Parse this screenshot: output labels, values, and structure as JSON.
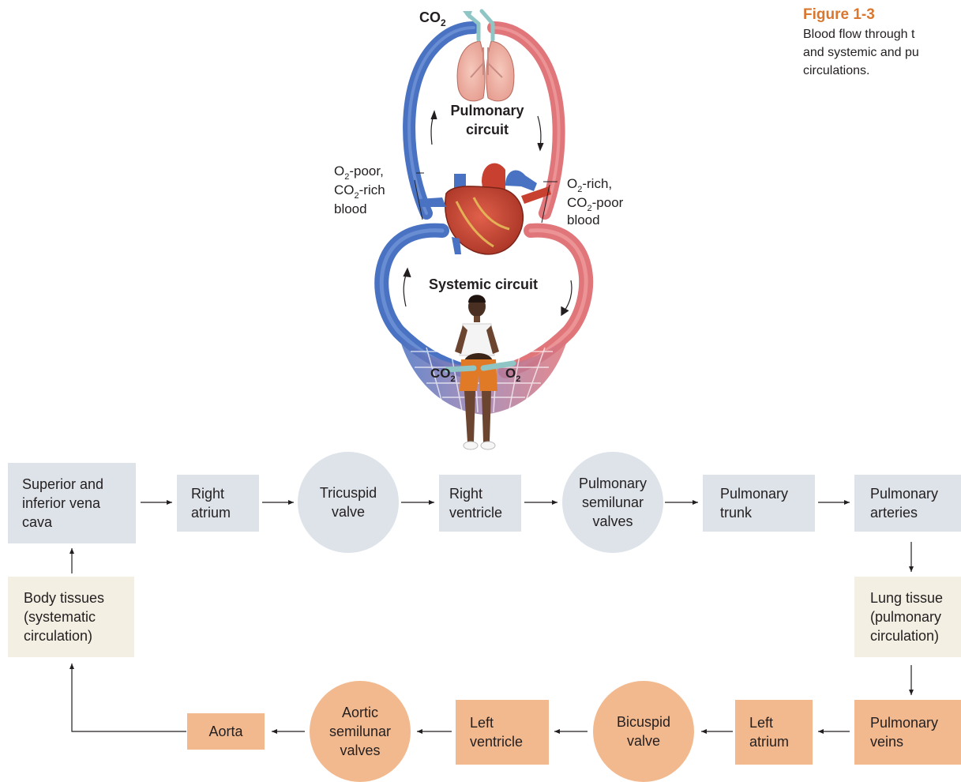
{
  "figure": {
    "label": "Figure 1-3",
    "caption_lines": [
      "Blood flow through t",
      "and systemic and pu",
      "circulations."
    ]
  },
  "illustration": {
    "co2_top": "CO",
    "co2_top_sub": "2",
    "pulmonary_circuit": [
      "Pulmonary",
      "circuit"
    ],
    "systemic_circuit": "Systemic circuit",
    "left_label": {
      "line1_main": "O",
      "line1_sub": "2",
      "line1_rest": "-poor,",
      "line2_main": "CO",
      "line2_sub": "2",
      "line2_rest": "-rich",
      "line3": "blood"
    },
    "right_label": {
      "line1_main": "O",
      "line1_sub": "2",
      "line1_rest": "-rich,",
      "line2_main": "CO",
      "line2_sub": "2",
      "line2_rest": "-poor",
      "line3": "blood"
    },
    "co2_bottom": "CO",
    "co2_bottom_sub": "2",
    "o2_bottom": "O",
    "o2_bottom_sub": "2",
    "colors": {
      "deoxygenated": "#4a72c2",
      "oxygenated": "#e0757a",
      "heart": "#c8402f"
    }
  },
  "flow": {
    "superior_inferior_vena_cava": "Superior and\ninferior vena\ncava",
    "right_atrium": "Right\natrium",
    "tricuspid_valve": "Tricuspid\nvalve",
    "right_ventricle": "Right\nventricle",
    "pulmonary_semilunar_valves": "Pulmonary\nsemilunar\nvalves",
    "pulmonary_trunk": "Pulmonary\ntrunk",
    "pulmonary_arteries": "Pulmonary\narteries",
    "lung_tissue": "Lung tissue\n(pulmonary\ncirculation)",
    "pulmonary_veins": "Pulmonary\nveins",
    "left_atrium": "Left\natrium",
    "bicuspid_valve": "Bicuspid\nvalve",
    "left_ventricle": "Left\nventricle",
    "aortic_semilunar_valves": "Aortic\nsemilunar\nvalves",
    "aorta": "Aorta",
    "body_tissues": "Body tissues\n(systematic\ncirculation)",
    "colors": {
      "right_side": "#dde3e8",
      "tissue": "#f3efe3",
      "left_side": "#f2b98f"
    }
  }
}
